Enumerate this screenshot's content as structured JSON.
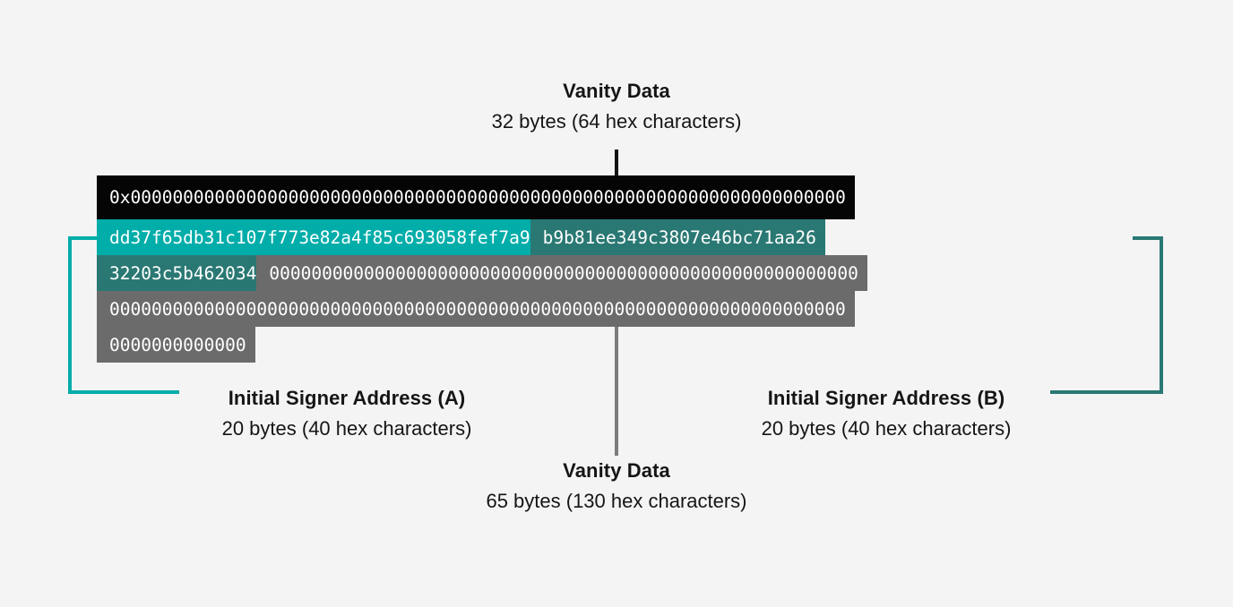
{
  "diagram": {
    "background_color": "#f4f4f4",
    "colors": {
      "vanity_black": "#050505",
      "signer_a_teal": "#00ada9",
      "signer_b_teal": "#2a7873",
      "vanity_gray": "#6b6b6b",
      "text": "#151515"
    },
    "labels": {
      "vanity_top": {
        "title": "Vanity Data",
        "subtitle": "32 bytes (64 hex characters)"
      },
      "vanity_bottom": {
        "title": "Vanity Data",
        "subtitle": "65 bytes (130 hex characters)"
      },
      "signer_a": {
        "title": "Initial Signer Address (A)",
        "subtitle": "20 bytes (40 hex characters)"
      },
      "signer_b": {
        "title": "Initial Signer Address (B)",
        "subtitle": "20 bytes (40 hex characters)"
      }
    },
    "hex": {
      "row1": {
        "prefix": "0x",
        "zeros": "00000000000000000000000000000000000000000000000000000000000000000000"
      },
      "row2": {
        "signer_a": "dd37f65db31c107f773e82a4f85c693058fef7a9",
        "signer_b_part1": "b9b81ee349c3807e46bc71aa26"
      },
      "row3": {
        "signer_b_part2": "32203c5b462034",
        "zeros": "00000000000000000000000000000000000000000000000000000000"
      },
      "row4": {
        "zeros": "0000000000000000000000000000000000000000000000000000000000000000000000"
      },
      "row5": {
        "zeros": "0000000000000"
      }
    }
  }
}
